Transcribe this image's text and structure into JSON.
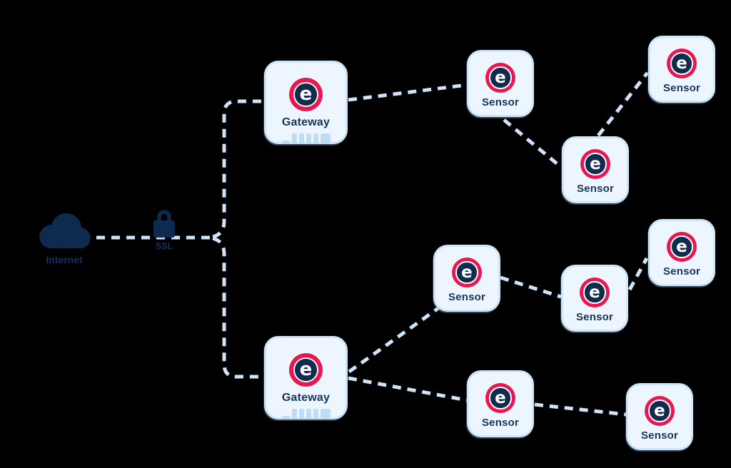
{
  "internet": {
    "label": "Internet"
  },
  "ssl": {
    "label": "SSL"
  },
  "logo_letter": "e",
  "nodes": [
    {
      "id": "gateway-1",
      "type": "gateway",
      "label": "Gateway"
    },
    {
      "id": "gateway-2",
      "type": "gateway",
      "label": "Gateway"
    },
    {
      "id": "sensor-1",
      "type": "sensor",
      "label": "Sensor"
    },
    {
      "id": "sensor-2",
      "type": "sensor",
      "label": "Sensor"
    },
    {
      "id": "sensor-3",
      "type": "sensor",
      "label": "Sensor"
    },
    {
      "id": "sensor-4",
      "type": "sensor",
      "label": "Sensor"
    },
    {
      "id": "sensor-5",
      "type": "sensor",
      "label": "Sensor"
    },
    {
      "id": "sensor-6",
      "type": "sensor",
      "label": "Sensor"
    },
    {
      "id": "sensor-7",
      "type": "sensor",
      "label": "Sensor"
    },
    {
      "id": "sensor-8",
      "type": "sensor",
      "label": "Sensor"
    }
  ],
  "colors": {
    "background": "#000000",
    "navy": "#0d2b4e",
    "brand_red": "#e8174f",
    "logo_core_navy": "#122c4f",
    "node_fill": "#edf6fe",
    "node_border": "#cde6fa",
    "dash_line": "#cfe4f8",
    "label_text": "#16355e",
    "signal_bars": "#bddcf6"
  }
}
